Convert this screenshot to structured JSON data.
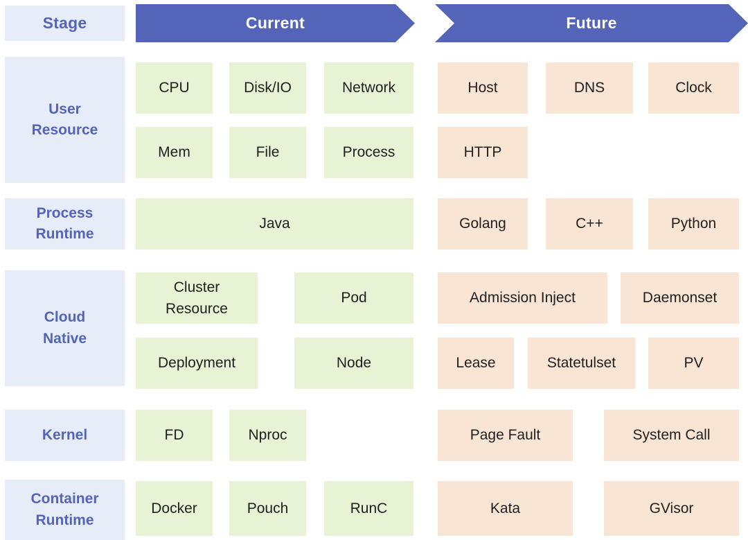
{
  "header": {
    "stage_label": "Stage",
    "current_label": "Current",
    "future_label": "Future",
    "colors": {
      "arrow": "#5464b8",
      "stage_bg": "#e7ecf9",
      "current_cell": "#e8f3d5",
      "future_cell": "#f9e5d3",
      "label_text": "#5464b8"
    }
  },
  "rows": [
    {
      "stage": {
        "lines": [
          "User",
          "Resource"
        ]
      },
      "current": [
        {
          "label": "CPU"
        },
        {
          "label": "Disk/IO"
        },
        {
          "label": "Network"
        },
        {
          "label": "Mem"
        },
        {
          "label": "File"
        },
        {
          "label": "Process"
        }
      ],
      "future": [
        {
          "label": "Host"
        },
        {
          "label": "DNS"
        },
        {
          "label": "Clock"
        },
        {
          "label": "HTTP"
        }
      ]
    },
    {
      "stage": {
        "lines": [
          "Process",
          "Runtime"
        ]
      },
      "current": [
        {
          "label": "Java"
        }
      ],
      "future": [
        {
          "label": "Golang"
        },
        {
          "label": "C++"
        },
        {
          "label": "Python"
        }
      ]
    },
    {
      "stage": {
        "lines": [
          "Cloud",
          "Native"
        ]
      },
      "current": [
        {
          "lines": [
            "Cluster",
            "Resource"
          ]
        },
        {
          "label": "Pod"
        },
        {
          "label": "Deployment"
        },
        {
          "label": "Node"
        }
      ],
      "future": [
        {
          "label": "Admission Inject"
        },
        {
          "label": "Daemonset"
        },
        {
          "label": "Lease"
        },
        {
          "label": "Statetulset"
        },
        {
          "label": "PV"
        }
      ]
    },
    {
      "stage": {
        "lines": [
          "Kernel"
        ]
      },
      "current": [
        {
          "label": "FD"
        },
        {
          "label": "Nproc"
        }
      ],
      "future": [
        {
          "label": "Page Fault"
        },
        {
          "label": "System Call"
        }
      ]
    },
    {
      "stage": {
        "lines": [
          "Container",
          "Runtime"
        ]
      },
      "current": [
        {
          "label": "Docker"
        },
        {
          "label": "Pouch"
        },
        {
          "label": "RunC"
        }
      ],
      "future": [
        {
          "label": "Kata"
        },
        {
          "label": "GVisor"
        }
      ]
    }
  ]
}
